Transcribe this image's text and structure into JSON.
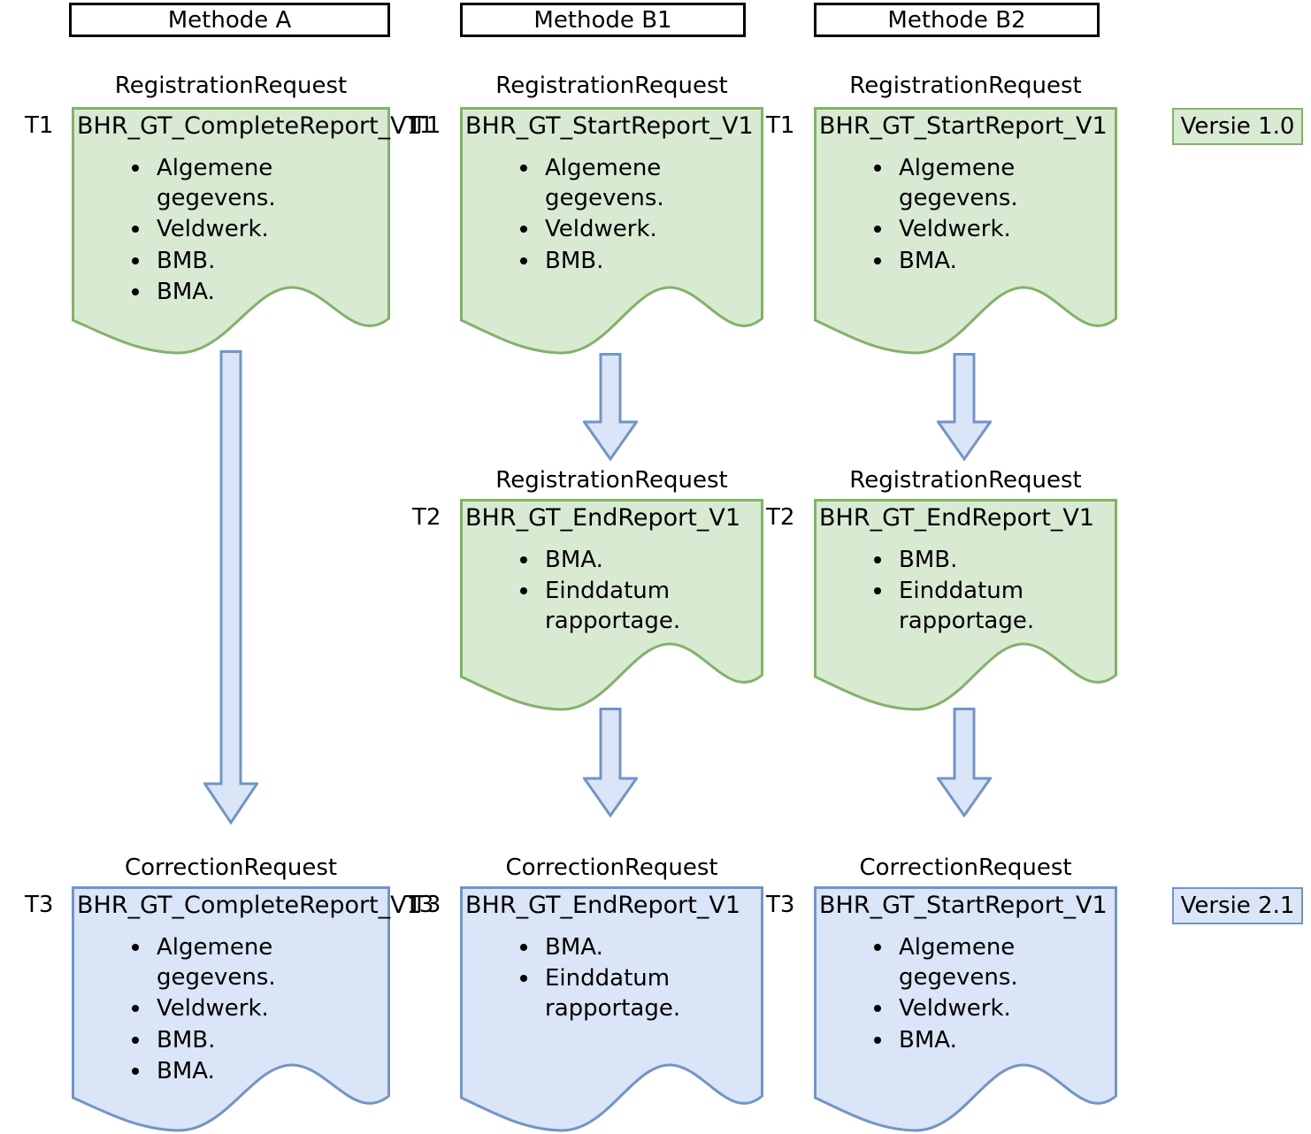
{
  "palette": {
    "green_fill": "#d9ead3",
    "green_border": "#82b366",
    "blue_fill": "#dae5f7",
    "blue_border": "#7095c9",
    "header_border": "#000000",
    "text": "#000000"
  },
  "columns": [
    {
      "id": "a",
      "header": "Methode A"
    },
    {
      "id": "b1",
      "header": "Methode B1"
    },
    {
      "id": "b2",
      "header": "Methode B2"
    }
  ],
  "documents": [
    {
      "id": "a-t1",
      "column": "a",
      "caption": "RegistrationRequest",
      "title": "BHR_GT_CompleteReport_V1",
      "time_left": "T1",
      "time_right": "T1",
      "variant": "green",
      "items": [
        "Algemene gegevens.",
        "Veldwerk.",
        "BMB.",
        "BMA."
      ]
    },
    {
      "id": "b1-t1",
      "column": "b1",
      "caption": "RegistrationRequest",
      "title": "BHR_GT_StartReport_V1",
      "time_left": "T1",
      "time_right": "T1",
      "variant": "green",
      "items": [
        "Algemene gegevens.",
        "Veldwerk.",
        "BMB."
      ]
    },
    {
      "id": "b2-t1",
      "column": "b2",
      "caption": "RegistrationRequest",
      "title": "BHR_GT_StartReport_V1",
      "time_left": "",
      "time_right": "",
      "variant": "green",
      "items": [
        "Algemene gegevens.",
        "Veldwerk.",
        "BMA."
      ]
    },
    {
      "id": "b1-t2",
      "column": "b1",
      "caption": "RegistrationRequest",
      "title": "BHR_GT_EndReport_V1",
      "time_left": "T2",
      "time_right": "T2",
      "variant": "green",
      "items": [
        "BMA.",
        "Einddatum rapportage."
      ]
    },
    {
      "id": "b2-t2",
      "column": "b2",
      "caption": "RegistrationRequest",
      "title": "BHR_GT_EndReport_V1",
      "time_left": "",
      "time_right": "",
      "variant": "green",
      "items": [
        "BMB.",
        "Einddatum rapportage."
      ]
    },
    {
      "id": "a-t3",
      "column": "a",
      "caption": "CorrectionRequest",
      "title": "BHR_GT_CompleteReport_V1",
      "time_left": "T3",
      "time_right": "T3",
      "variant": "blue",
      "items": [
        "Algemene gegevens.",
        "Veldwerk.",
        "BMB.",
        "BMA."
      ]
    },
    {
      "id": "b1-t3",
      "column": "b1",
      "caption": "CorrectionRequest",
      "title": "BHR_GT_EndReport_V1",
      "time_left": "T3",
      "time_right": "T3",
      "variant": "blue",
      "items": [
        "BMA.",
        "Einddatum rapportage."
      ]
    },
    {
      "id": "b2-t3",
      "column": "b2",
      "caption": "CorrectionRequest",
      "title": "BHR_GT_StartReport_V1",
      "time_left": "",
      "time_right": "",
      "variant": "blue",
      "items": [
        "Algemene gegevens.",
        "Veldwerk.",
        "BMA."
      ]
    }
  ],
  "arrows": [
    {
      "id": "a-t1-to-t3",
      "from": "a-t1",
      "to": "a-t3"
    },
    {
      "id": "b1-t1-to-t2",
      "from": "b1-t1",
      "to": "b1-t2"
    },
    {
      "id": "b2-t1-to-t2",
      "from": "b2-t1",
      "to": "b2-t2"
    },
    {
      "id": "b1-t2-to-t3",
      "from": "b1-t2",
      "to": "b1-t3"
    },
    {
      "id": "b2-t2-to-t3",
      "from": "b2-t2",
      "to": "b2-t3"
    }
  ],
  "legend": [
    {
      "id": "versie-1",
      "label": "Versie 1.0",
      "variant": "green"
    },
    {
      "id": "versie-2",
      "label": "Versie 2.1",
      "variant": "blue"
    }
  ]
}
